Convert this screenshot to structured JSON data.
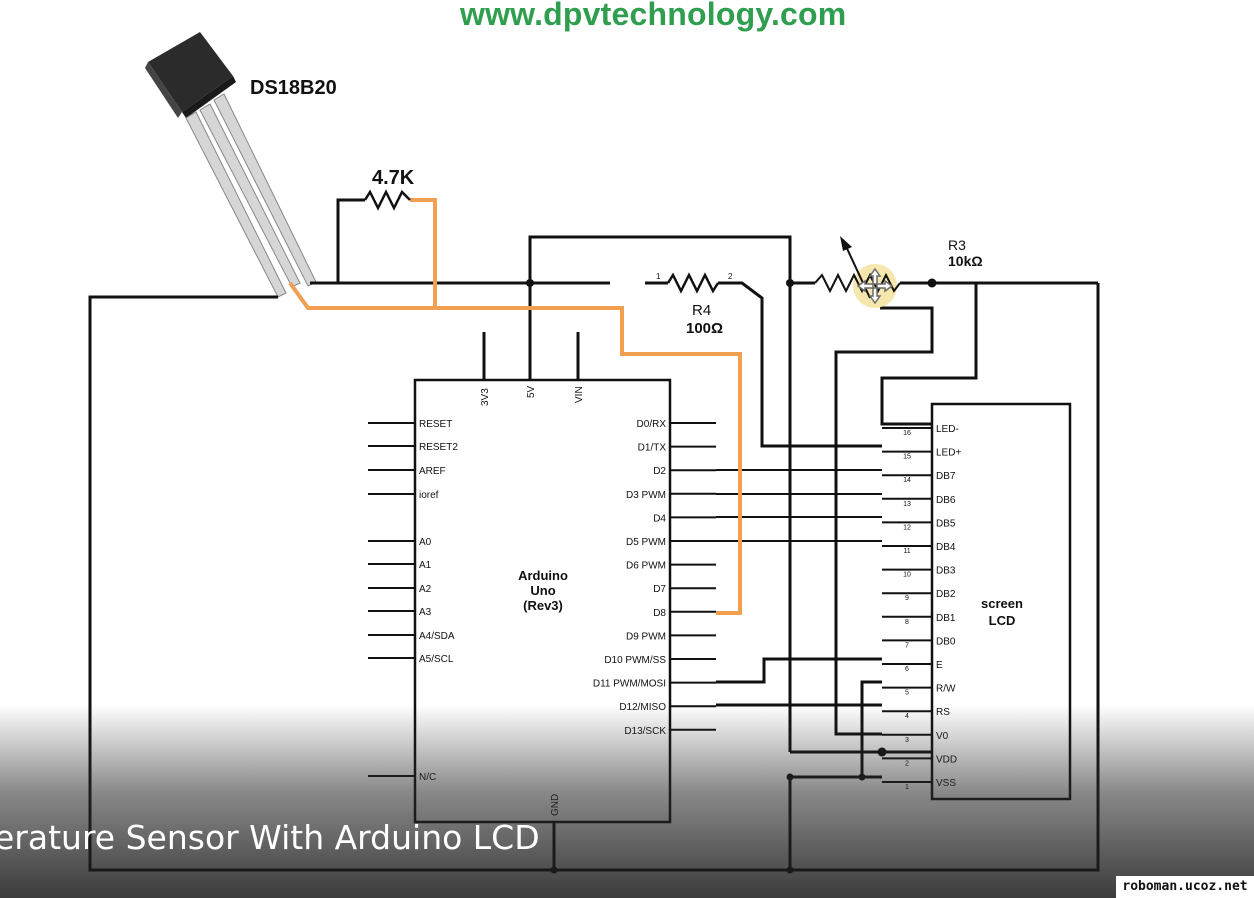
{
  "banner": {
    "url": "www.dpvtechnology.com"
  },
  "sensor": {
    "label": "DS18B20"
  },
  "resistor_pullup": {
    "label": "4.7K"
  },
  "resistor_r4": {
    "name": "R4",
    "value": "100Ω",
    "pin1": "1",
    "pin2": "2"
  },
  "pot_r3": {
    "name": "R3",
    "value": "10kΩ"
  },
  "arduino": {
    "title_line1": "Arduino",
    "title_line2": "Uno",
    "title_line3": "(Rev3)",
    "top_pins": [
      "3V3",
      "5V",
      "VIN"
    ],
    "bottom_pin": "GND",
    "left_pins": [
      "RESET",
      "RESET2",
      "AREF",
      "ioref",
      "A0",
      "A1",
      "A2",
      "A3",
      "A4/SDA",
      "A5/SCL",
      "N/C"
    ],
    "right_pins": [
      "D0/RX",
      "D1/TX",
      "D2",
      "D3 PWM",
      "D4",
      "D5 PWM",
      "D6 PWM",
      "D7",
      "D8",
      "D9 PWM",
      "D10 PWM/SS",
      "D11 PWM/MOSI",
      "D12/MISO",
      "D13/SCK"
    ]
  },
  "lcd": {
    "title_line1": "screen",
    "title_line2": "LCD",
    "pins": [
      {
        "num": "16",
        "name": "LED-"
      },
      {
        "num": "15",
        "name": "LED+"
      },
      {
        "num": "14",
        "name": "DB7"
      },
      {
        "num": "13",
        "name": "DB6"
      },
      {
        "num": "12",
        "name": "DB5"
      },
      {
        "num": "11",
        "name": "DB4"
      },
      {
        "num": "10",
        "name": "DB3"
      },
      {
        "num": "9",
        "name": "DB2"
      },
      {
        "num": "8",
        "name": "DB1"
      },
      {
        "num": "7",
        "name": "DB0"
      },
      {
        "num": "6",
        "name": "E"
      },
      {
        "num": "5",
        "name": "R/W"
      },
      {
        "num": "4",
        "name": "RS"
      },
      {
        "num": "3",
        "name": "V0"
      },
      {
        "num": "2",
        "name": "VDD"
      },
      {
        "num": "1",
        "name": "VSS"
      }
    ]
  },
  "caption": "erature Sensor With Arduino LCD",
  "watermark": "roboman.ucoz.net",
  "colors": {
    "wire": "#111111",
    "data_wire": "#f0a050",
    "banner": "#2f9e4f",
    "highlight": "#f3e3a0"
  }
}
